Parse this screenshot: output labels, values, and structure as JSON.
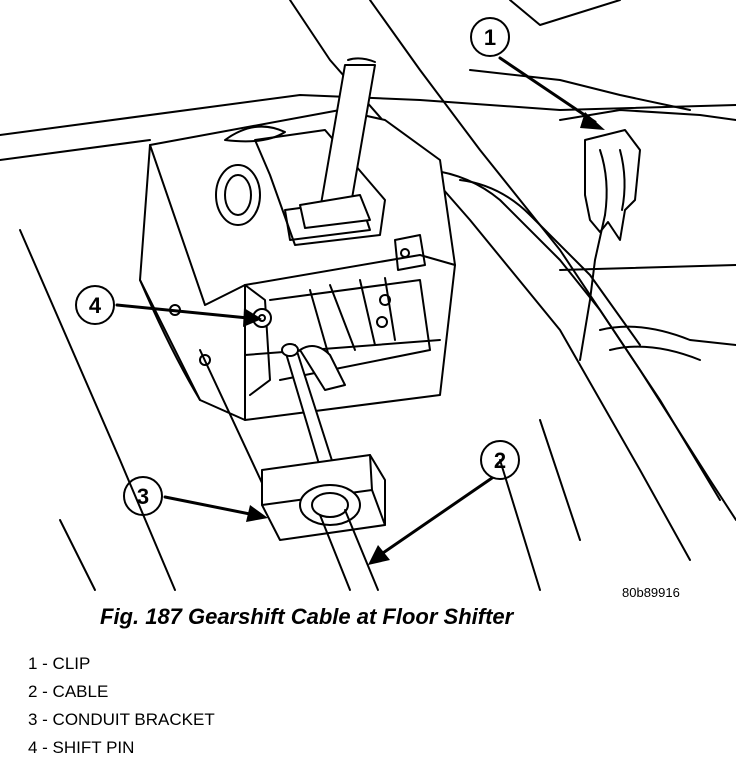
{
  "figure": {
    "reference_code": "80b89916",
    "callouts": [
      {
        "number": "1",
        "part": "clip"
      },
      {
        "number": "2",
        "part": "cable"
      },
      {
        "number": "3",
        "part": "conduit-bracket"
      },
      {
        "number": "4",
        "part": "shift-pin"
      }
    ]
  },
  "caption": "Fig. 187 Gearshift Cable at Floor Shifter",
  "legend": [
    "1 - CLIP",
    "2 - CABLE",
    "3 - CONDUIT BRACKET",
    "4 - SHIFT PIN"
  ]
}
